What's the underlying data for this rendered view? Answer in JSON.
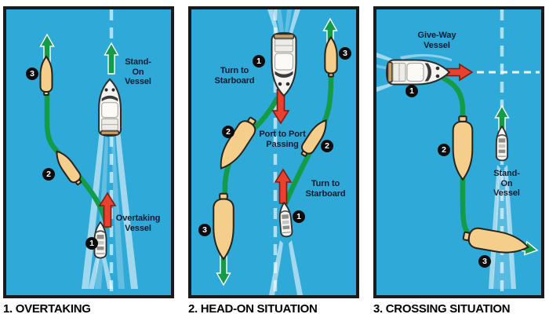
{
  "figure": {
    "colors": {
      "water": "#2FA9D7",
      "border": "#1A1A1A",
      "course_green": "#149B48",
      "warning_red": "#E8412E",
      "give_way_hull": "#F6CE8C",
      "center_line": "#AEDFF0",
      "badge": "#0C0C0C",
      "label_text": "#0E1B33"
    },
    "panels": [
      {
        "id": "overtaking",
        "caption": "1. OVERTAKING",
        "labels": {
          "stand_on": "Stand-On\nVessel",
          "overtaking": "Overtaking\nVessel"
        },
        "badges": [
          "1",
          "2",
          "3"
        ]
      },
      {
        "id": "head-on",
        "caption": "2. HEAD-ON SITUATION",
        "labels": {
          "turn_to_starboard_top": "Turn to\nStarboard",
          "port_to_port": "Port to Port\nPassing",
          "turn_to_starboard_bottom": "Turn to\nStarboard"
        },
        "badges": [
          "1",
          "2",
          "3",
          "1",
          "2",
          "3"
        ]
      },
      {
        "id": "crossing",
        "caption": "3. CROSSING SITUATION",
        "labels": {
          "give_way": "Give-Way\nVessel",
          "stand_on": "Stand-On\nVessel"
        },
        "badges": [
          "1",
          "2",
          "3"
        ]
      }
    ]
  }
}
